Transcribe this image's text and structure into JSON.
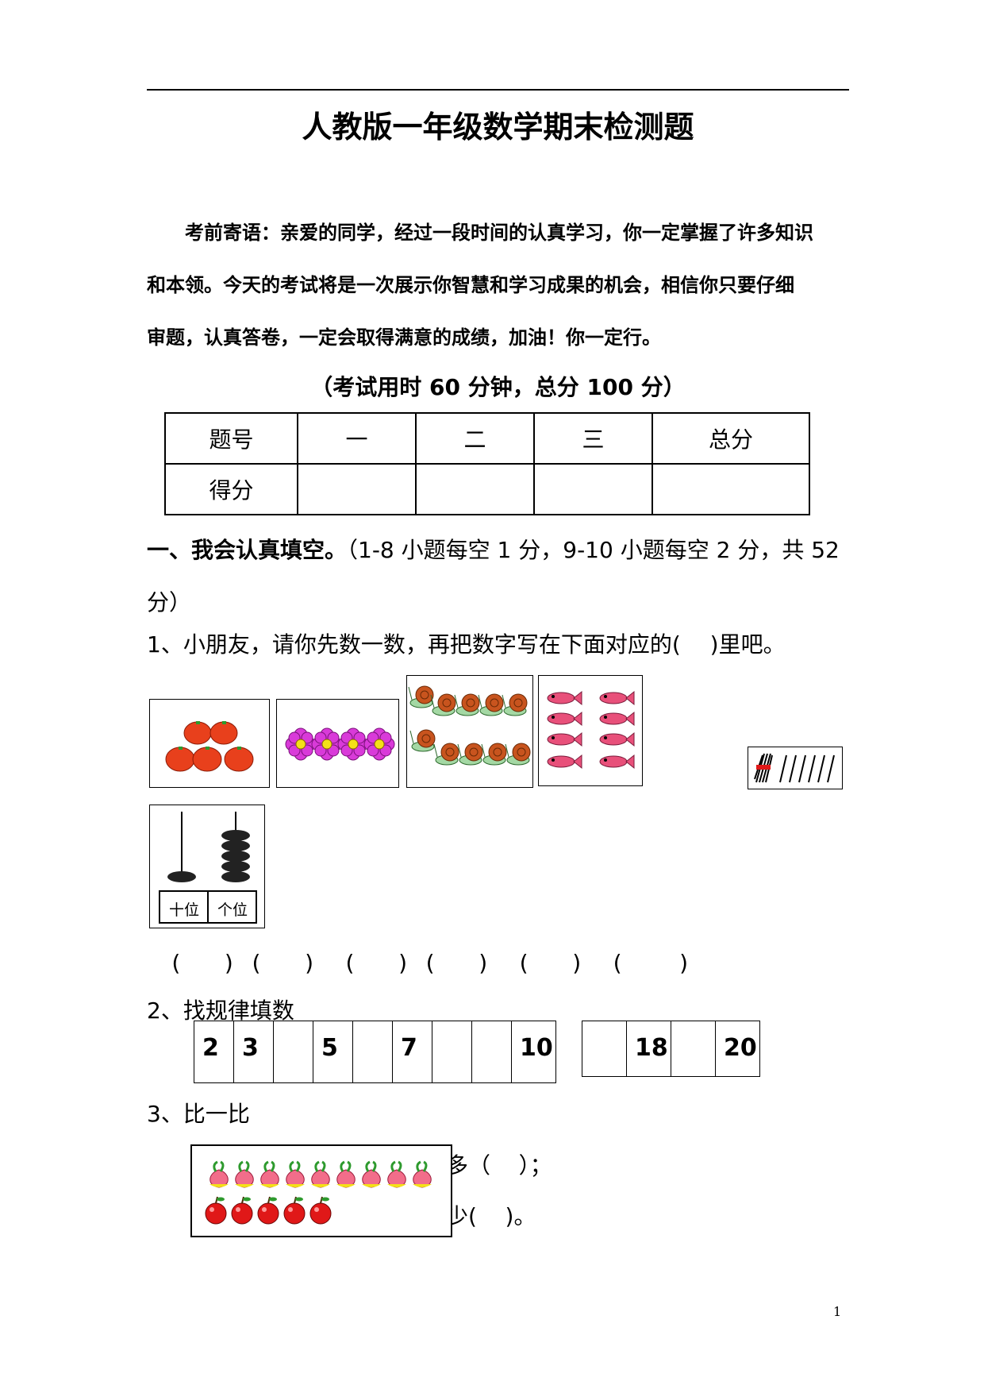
{
  "header": {
    "title": "人教版一年级数学期末检测题"
  },
  "intro": {
    "line1": "考前寄语：亲爱的同学，经过一段时间的认真学习，你一定掌握了许多知识",
    "line2": "和本领。今天的考试将是一次展示你智慧和学习成果的机会，相信你只要仔细",
    "line3": "审题，认真答卷，一定会取得满意的成绩，加油！你一定行。"
  },
  "time_note": "（考试用时 60 分钟，总分 100 分）",
  "score_table": {
    "headers": [
      "题号",
      "一",
      "二",
      "三",
      "总分"
    ],
    "row_label": "得分"
  },
  "section1": {
    "heading": "一、我会认真填空。",
    "note": "（1-8 小题每空 1 分，9-10 小题每空 2 分，共 52 分）"
  },
  "q1": {
    "text": "1、小朋友，请你先数一数，再把数字写在下面对应的(　 )里吧。",
    "answer_row": "(   ) (   )  (   ) (   )  (   )  (    )",
    "abacus_labels": [
      "十位",
      "个位"
    ]
  },
  "q2": {
    "text": "2、找规律填数",
    "row1": [
      "2",
      "3",
      "",
      "5",
      "",
      "7",
      "",
      "",
      "10"
    ],
    "row2": [
      "",
      "18",
      "",
      "20"
    ]
  },
  "q3": {
    "text": "3、比一比",
    "line1": "多（    ）；",
    "line2": "少(    )。"
  },
  "footer": {
    "page_number": "1"
  },
  "colors": {
    "tomato": "#e8401c",
    "flower": "#d93ad9",
    "snail": "#c8541e",
    "fish": "#e8507a",
    "peach": "#f26d8a",
    "apple": "#e01818",
    "leaf": "#2e9a2e"
  },
  "icons": [
    "tomato-icon",
    "flower-icon",
    "snail-icon",
    "fish-icon",
    "stick-bundle-icon",
    "abacus-icon",
    "peach-icon",
    "apple-icon"
  ]
}
